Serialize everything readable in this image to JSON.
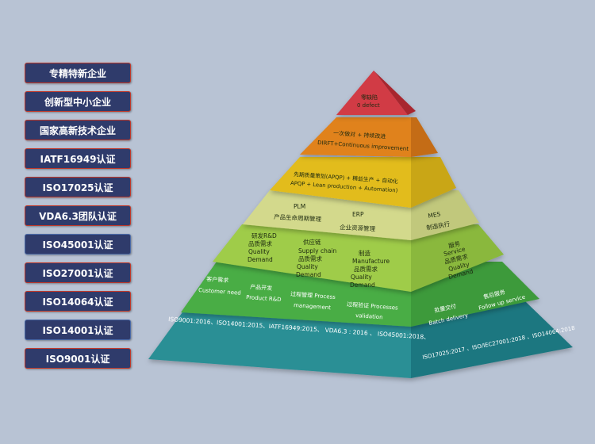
{
  "certifications": [
    {
      "label": "专精特新企业"
    },
    {
      "label": "创新型中小企业"
    },
    {
      "label": "国家高新技术企业"
    },
    {
      "label": "IATF16949认证"
    },
    {
      "label": "ISO17025认证"
    },
    {
      "label": "VDA6.3团队认证"
    },
    {
      "label": "ISO45001认证"
    },
    {
      "label": "ISO27001认证"
    },
    {
      "label": "ISO14064认证"
    },
    {
      "label": "ISO14001认证"
    },
    {
      "label": "ISO9001认证"
    }
  ],
  "pyramid": {
    "level1": {
      "zh": "零缺陷",
      "en": "0 defect"
    },
    "level2": {
      "zh": "一次做对 + 持续改进",
      "en": "DIRFT+Continuous improvement"
    },
    "level3": {
      "zh": "先期质量策划(APQP) + 精益生产 + 自动化",
      "en": "APQP + Lean production + Automation)"
    },
    "level4": {
      "plm": {
        "title": "PLM",
        "desc": "产品生命周期管理"
      },
      "erp": {
        "title": "ERP",
        "desc": "企业资源管理"
      },
      "mes": {
        "title": "MES",
        "desc": "制造执行"
      }
    },
    "level5": {
      "rd": [
        "研发R&D",
        "品质需求",
        "Quality",
        "Demand"
      ],
      "supply": [
        "供应链",
        "Supply chain",
        "品质需求",
        "Quality",
        "Demand"
      ],
      "manufacture": [
        "制造",
        "Manufacture",
        "品质需求",
        "Quality",
        "Demand"
      ],
      "service": [
        "服务",
        "Service",
        "品质需求",
        "Quality",
        "Demand"
      ]
    },
    "level6": {
      "customer": {
        "zh": "客户需求",
        "en": "Customer need"
      },
      "product": {
        "zh": "产品开发",
        "en": "Product R&D"
      },
      "process_mgmt": {
        "zh": "过程管理 Process",
        "en": "management"
      },
      "process_val": {
        "zh": "过程验证 Processes",
        "en": "validation"
      },
      "batch": {
        "zh": "批量交付",
        "en": "Batch delivery"
      },
      "followup": {
        "zh": "售后服务",
        "en": "Follow up service"
      }
    },
    "level7": {
      "front": "ISO9001:2016、ISO14001:2015、IATF16949:2015、 VDA6.3 : 2016 、 ISO45001:2018、",
      "side": "ISO17025:2017 、ISO/IEC27001:2018 、ISO14064:2018"
    }
  },
  "colors": {
    "cert_bg": "#2f3b6b",
    "cert_border": "#c0392b",
    "level1": "#d6303c",
    "level2": "#e1851c",
    "level3": "#e6c21c",
    "level4": "#d6dc8a",
    "level5": "#a6cf4e",
    "level6": "#4fb54a",
    "level7": "#2a9ea3"
  }
}
